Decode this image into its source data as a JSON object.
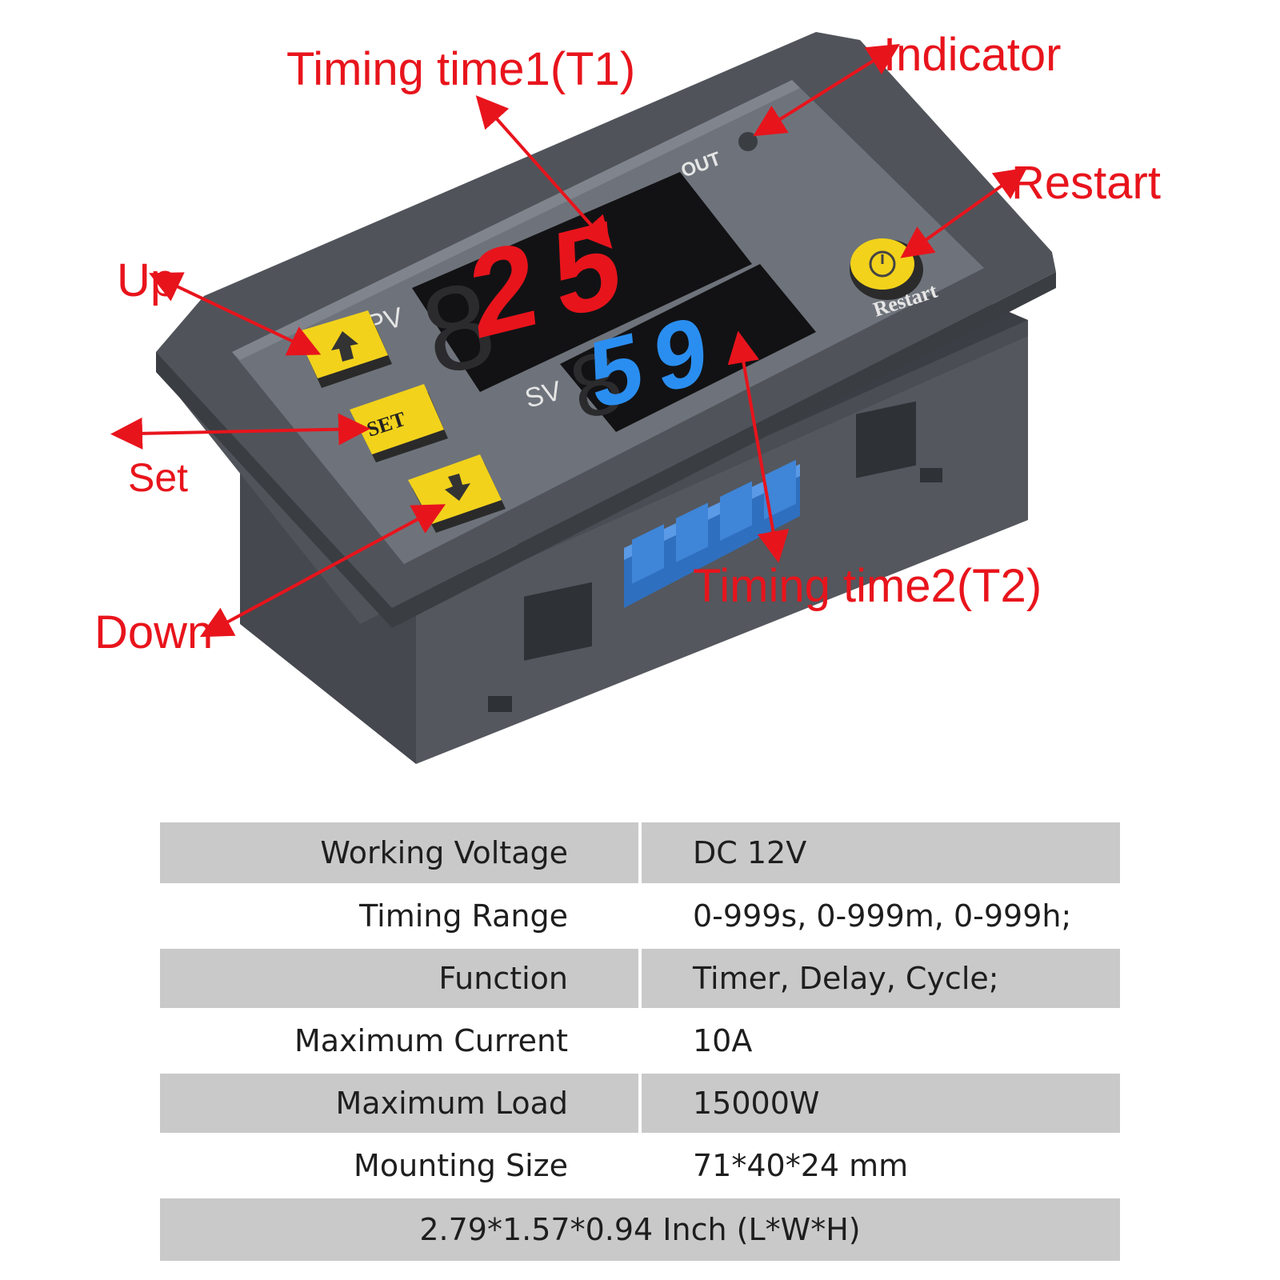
{
  "device": {
    "pv_label": "PV",
    "sv_label": "SV",
    "out_label": "OUT",
    "set_button_label": "SET",
    "restart_button_label": "Restart",
    "t1_display": "25",
    "t2_display": "59",
    "colors": {
      "t1": "#e8141c",
      "t2": "#2a8ef0",
      "buttons": "#f2d21b",
      "body": "#5a5e66",
      "terminal": "#3a7fd6"
    }
  },
  "callouts": {
    "indicator": "Indicator",
    "timing_time1": "Timing time1(T1)",
    "restart": "Restart",
    "up": "Up",
    "set": "Set",
    "timing_time2": "Timing time2(T2)",
    "down": "Down"
  },
  "specs": {
    "rows": [
      {
        "label": "Working Voltage",
        "value": "DC 12V"
      },
      {
        "label": "Timing Range",
        "value": "0-999s, 0-999m, 0-999h;"
      },
      {
        "label": "Function",
        "value": "Timer, Delay, Cycle;"
      },
      {
        "label": "Maximum Current",
        "value": "10A"
      },
      {
        "label": "Maximum Load",
        "value": "15000W"
      },
      {
        "label": "Mounting Size",
        "value": "71*40*24 mm"
      }
    ],
    "footer": "2.79*1.57*0.94 Inch (L*W*H)"
  }
}
